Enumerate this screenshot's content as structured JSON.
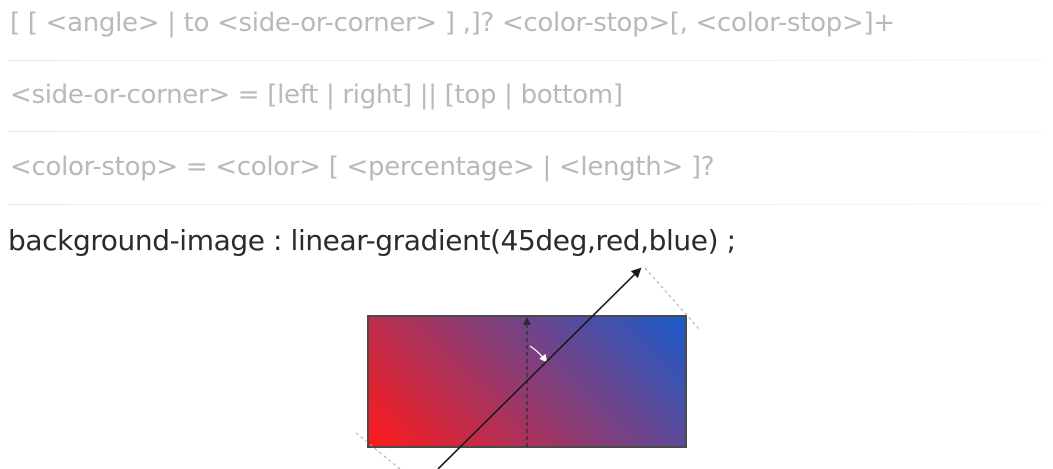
{
  "syntax": {
    "line1": "[ [ <angle> | to <side-or-corner> ] ,]? <color-stop>[, <color-stop>]+",
    "line2": "<side-or-corner> = [left | right] || [top | bottom]",
    "line3": "<color-stop> = <color> [ <percentage> | <length> ]?"
  },
  "example": {
    "code": "background-image : linear-gradient(45deg,red,blue) ;"
  },
  "gradient": {
    "angle_deg": 45,
    "start_color": "#ff1a1a",
    "end_color": "#1a5ccc"
  },
  "colors": {
    "syntax_text": "#b9b9b9",
    "example_text": "#2b2b2b",
    "box_border": "#4a4a4a",
    "arrow": "#1a1a1a"
  }
}
